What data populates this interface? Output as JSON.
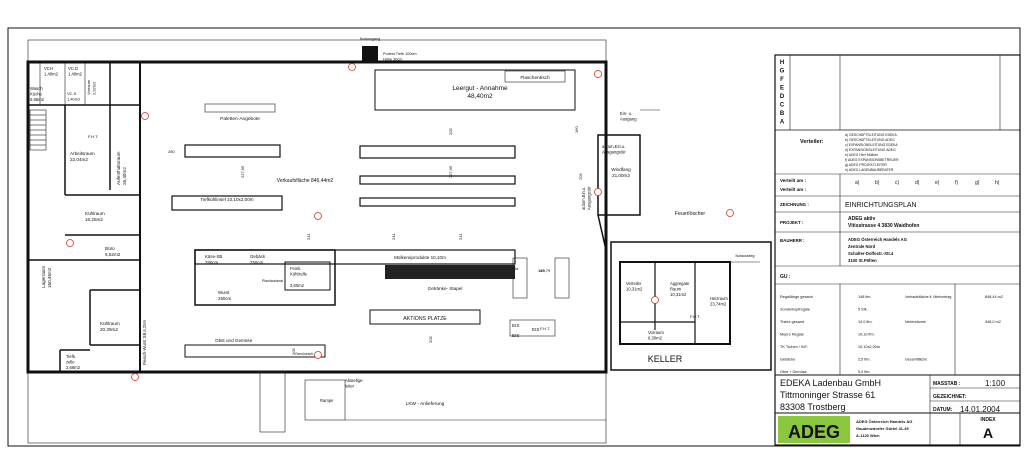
{
  "plan": {
    "rooms": [
      {
        "id": "vch",
        "label": "VCH",
        "area": "1,40m2"
      },
      {
        "id": "vcd",
        "label": "VC.D",
        "area": "1,40m2"
      },
      {
        "id": "wasch",
        "label": "Wasch",
        "area": "Küche"
      },
      {
        "id": "wasch_a",
        "label": "5,95m2"
      },
      {
        "id": "vcs",
        "label": "VC.S",
        "area": "1,40m2"
      },
      {
        "id": "vorraum",
        "label": "Vorraum",
        "area": "2,92m2"
      },
      {
        "id": "arbeitsraum",
        "label": "Arbeitsraum",
        "area": "22,04m2"
      },
      {
        "id": "aufenthalt",
        "label": "Aufenthaltsraum",
        "area": "26,40m2"
      },
      {
        "id": "kuehlraum1",
        "label": "Kühlraum",
        "area": "16,25m2"
      },
      {
        "id": "buero",
        "label": "Büro",
        "area": "6,52m2"
      },
      {
        "id": "lager",
        "label": "Lagerraum",
        "area": "160,46m2"
      },
      {
        "id": "kuehlraum2",
        "label": "Kühlraum",
        "area": "20,39m2"
      },
      {
        "id": "tiefk",
        "label": "Tiefk.",
        "area": "zelle"
      },
      {
        "id": "tiefk_a",
        "label": "2,68m2"
      },
      {
        "id": "fleisch",
        "label": "Fleisch-Wurst SB 6,25m"
      },
      {
        "id": "leergut",
        "label": "Leergut - Annahme",
        "area": "48,40m2"
      },
      {
        "id": "flaschentisch",
        "label": "Flaschentisch"
      },
      {
        "id": "verkauf",
        "label": "Verkaufsfläche 846,44m2"
      },
      {
        "id": "paletten",
        "label": "Paletten-Angebote"
      },
      {
        "id": "tiefkuehl",
        "label": "Tiefkühlinsel 10,10x2,00m"
      },
      {
        "id": "kaese",
        "label": "Käse-SB",
        "area": "250cm"
      },
      {
        "id": "gebaeck",
        "label": "Gebäck",
        "area": "250cm"
      },
      {
        "id": "feink",
        "label": "Feink.",
        "area": "Kühlzelle"
      },
      {
        "id": "feink_a",
        "label": "3,60m2"
      },
      {
        "id": "wurst",
        "label": "Wurst",
        "area": "250cm"
      },
      {
        "id": "molkerei",
        "label": "Molkereiprodukte 10,10m"
      },
      {
        "id": "getraenke",
        "label": "Getränke- Stapel"
      },
      {
        "id": "aktions",
        "label": "AKTIONS PLATZE"
      },
      {
        "id": "obst",
        "label": "Obst und Gemüse"
      },
      {
        "id": "windfang",
        "label": "Windfang",
        "area": "21,00m2"
      },
      {
        "id": "autoein",
        "label": "autom.Ein.u.",
        "area": "Ausgangstür"
      },
      {
        "id": "einaus",
        "label": "Ein- u.",
        "area": "Ausgang"
      },
      {
        "id": "autoeinb",
        "label": "autom.Ein.u.",
        "area": "Ausgangstür"
      },
      {
        "id": "lkw",
        "label": "LKW - Anlieferung"
      },
      {
        "id": "rampe",
        "label": "Rampe"
      },
      {
        "id": "abstell",
        "label": "Abstellge-",
        "area": "leiter"
      },
      {
        "id": "notausgang",
        "label": "Notausgang"
      },
      {
        "id": "podest",
        "label": "Podest Tiefe 100cm",
        "area": "Höhe 30cm"
      },
      {
        "id": "feuer",
        "label": "Feuerlöscher"
      },
      {
        "id": "keller",
        "label": "KELLER"
      },
      {
        "id": "verteiler_k",
        "label": "Verteiler",
        "area": "10,31m2"
      },
      {
        "id": "aggregat",
        "label": "Aggregate",
        "area": "Raum"
      },
      {
        "id": "aggregat_a",
        "label": "10,31m2"
      },
      {
        "id": "heizraum",
        "label": "Heizraum",
        "area": "23,74m2"
      },
      {
        "id": "vorraum_k",
        "label": "Vorraum",
        "area": "6,30m2"
      },
      {
        "id": "notausstieg",
        "label": "Notausstieg"
      }
    ],
    "dims": [
      "280",
      "227,95",
      "227,95",
      "205",
      "241",
      "241",
      "205",
      "205",
      "160",
      "169,79",
      "145",
      "241",
      "205"
    ],
    "misc": [
      "F.H.T.",
      "F.H.T.",
      "F.H.T.",
      "EIS",
      "EIS",
      "EIS",
      "Ma",
      "Pfandautomat",
      "Gemüsesch."
    ]
  },
  "titleblock": {
    "revisions": [
      "H",
      "G",
      "F",
      "E",
      "D",
      "C",
      "B",
      "A"
    ],
    "verteiler_label": "Verteiler:",
    "verteiler_items": [
      "a) GESCHÄFTSLEITUNG EDEKA",
      "b) GESCHÄFTSLEITUNG ADEG",
      "c) EXPANSIONSLEITUNG EDEKA",
      "d) EXPANSIONSLEITUNG ADEG",
      "e) ADEG Herr Müllner",
      "f) ADEG EXPANSIONSBETREUER",
      "g) ADEG PROJEKTLEITER",
      "h) ADEG LADENBAUBERATER"
    ],
    "verteilt_am": "Verteilt am :",
    "verteilt_cols": [
      "a)",
      "b)",
      "c)",
      "d)",
      "e)",
      "f)",
      "g)",
      "h)"
    ],
    "zeichnung_label": "ZEICHNUNG :",
    "zeichnung": "EINRICHTUNGSPLAN",
    "projekt_label": "PROJEKT :",
    "projekt": [
      "ADEG aktiv",
      "Vitisstrasse 4  3830 Waidhofen"
    ],
    "bauherr_label": "BAUHERR :",
    "bauherr": [
      "ADEG Österreich Handels AG",
      "Zentrale Nord",
      "Schalter-Dolfostr.-Str.4",
      "3100 St.Pölten"
    ],
    "gu_label": "GU :",
    "stats": [
      {
        "k": "Regallänge gesamt",
        "v": "148 lfm.",
        "k2": "Verkaufsfläche lt. Mietvertrag",
        "v2": "848,44 m2"
      },
      {
        "k": "Sonderkopfregale",
        "v": "5 Stk.",
        "k2": "",
        "v2": ""
      },
      {
        "k": "Theke gesamt",
        "v": "10,0 lfm.",
        "k2": "Nebenräume",
        "v2": "348,0 m2"
      },
      {
        "k": "Mopro Regale",
        "v": "10,10 lfm.",
        "k2": "",
        "v2": ""
      },
      {
        "k": "TK Truhen / INT:",
        "v": "10,10x2,00m",
        "k2": "",
        "v2": ""
      },
      {
        "k": "Gebäcke",
        "v": "2,5 lfm.",
        "k2": "Gesamtfläche",
        "v2": ""
      },
      {
        "k": "Obst + Gemüse",
        "v": "5,0 lfm.",
        "k2": "",
        "v2": ""
      }
    ],
    "firma": [
      "EDEKA Ladenbau GmbH",
      "Tittmoninger Strasse 61",
      "83308 Trostberg"
    ],
    "massstab_label": "MASSTAB :",
    "massstab": "1:100",
    "gezeichnet_label": "GEZEICHNET:",
    "datum_label": "DATUM:",
    "datum": "14.01.2004",
    "logo": "ADEG",
    "adeg_addr": [
      "ADEG Österreich Handels AG",
      "Gaudenzdorfer Gürtel 41-45",
      "A-1120 Wien"
    ],
    "index_label": "INDEX",
    "index": "A"
  }
}
